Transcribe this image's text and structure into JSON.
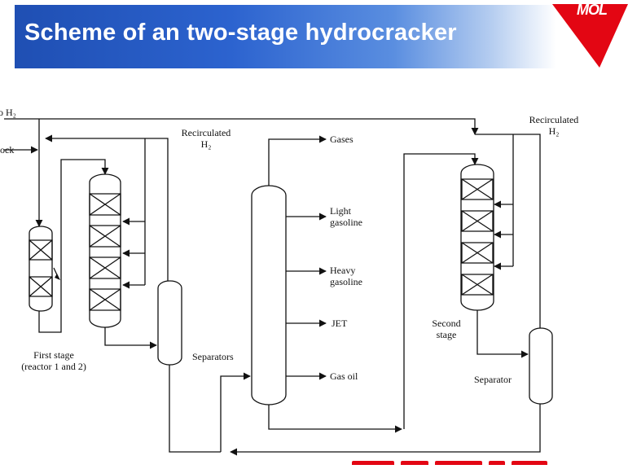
{
  "title": "Scheme of an two-stage hydrocracker",
  "logo": {
    "text": "MOL",
    "color": "#e30613"
  },
  "colors": {
    "header_blue": "#2c63cf",
    "line": "#111111"
  },
  "labels": {
    "h2_in": "o H₂",
    "feed_in": "ock",
    "recirc1_line1": "Recirculated",
    "recirc1_line2": "H₂",
    "recirc2_line1": "Recirculated",
    "recirc2_line2": "H₂",
    "first_stage_line1": "First stage",
    "first_stage_line2": "(reactor 1 and 2)",
    "separators": "Separators",
    "gases": "Gases",
    "light_gasoline_line1": "Light",
    "light_gasoline_line2": "gasoline",
    "heavy_gasoline_line1": "Heavy",
    "heavy_gasoline_line2": "gasoline",
    "jet": "JET",
    "gas_oil": "Gas oil",
    "second_stage_line1": "Second",
    "second_stage_line2": "stage",
    "separator": "Separator"
  }
}
